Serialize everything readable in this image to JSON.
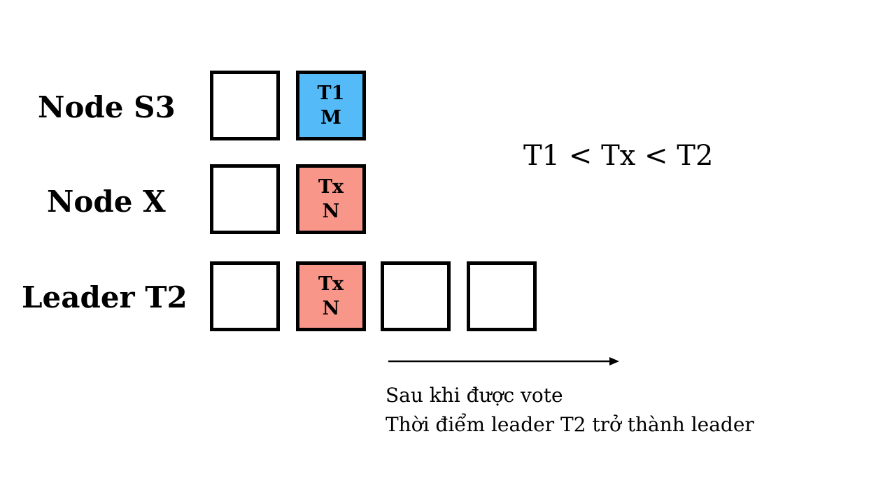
{
  "rows": [
    {
      "label": "Node S3",
      "cells": [
        {
          "lines": []
        },
        {
          "lines": [
            "T1",
            "M"
          ],
          "color": "#55BBF8"
        }
      ]
    },
    {
      "label": "Node X",
      "cells": [
        {
          "lines": []
        },
        {
          "lines": [
            "Tx",
            "N"
          ],
          "color": "#F8968A"
        }
      ]
    },
    {
      "label": "Leader T2",
      "cells": [
        {
          "lines": []
        },
        {
          "lines": [
            "Tx",
            "N"
          ],
          "color": "#F8968A"
        },
        {
          "lines": []
        },
        {
          "lines": []
        }
      ]
    }
  ],
  "relation": "T1 < Tx < T2",
  "caption": {
    "line1": "Sau khi được vote",
    "line2": "Thời điểm leader T2 trở thành leader"
  }
}
